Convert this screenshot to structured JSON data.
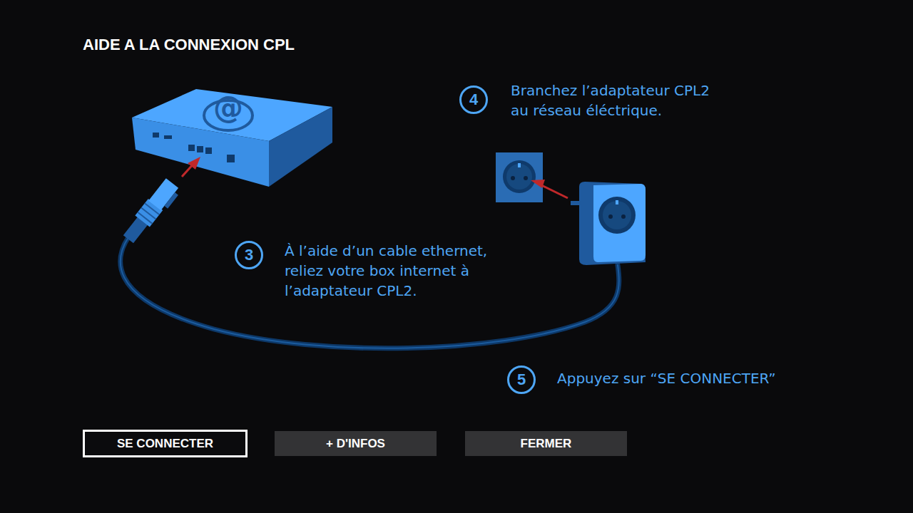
{
  "diagram": {
    "title": "AIDE A LA CONNEXION CPL",
    "nodes": [
      {
        "text": [
          "4"
        ]
      },
      {
        "text": [
          "3"
        ]
      },
      {
        "text": [
          "5"
        ]
      },
      {
        "text": [
          "SE CONNECTER"
        ]
      },
      {
        "text": [
          "+ D'INFOS"
        ]
      },
      {
        "text": [
          "FERMER"
        ]
      }
    ],
    "labels": [
      "@",
      "Branchez l’adaptateur CPL2 au réseau éléctrique.",
      "À l’aide d’un cable ethernet, reliez votre box internet à l’adaptateur CPL2.",
      "Appuyez sur “SE CONNECTER”"
    ]
  }
}
